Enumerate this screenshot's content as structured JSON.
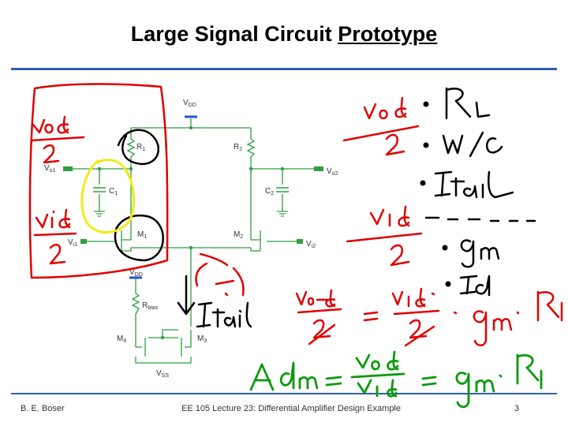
{
  "slide": {
    "title_plain": "Large Signal Circuit ",
    "title_underlined": "Prototype",
    "author": "B. E. Boser",
    "course": "EE 105 Lecture 23: Differential Amplifier Design Example",
    "page": "3"
  },
  "circuit": {
    "vdd_top": "V",
    "vdd_top_sub": "DD",
    "r1": "R",
    "r1_sub": "1",
    "r2": "R",
    "r2_sub": "2",
    "vo1": "V",
    "vo1_sub": "o1",
    "vo2": "V",
    "vo2_sub": "o2",
    "c1": "C",
    "c1_sub": "1",
    "c2": "C",
    "c2_sub": "2",
    "m1": "M",
    "m1_sub": "1",
    "m2": "M",
    "m2_sub": "2",
    "vi1": "V",
    "vi1_sub": "i1",
    "vi2": "V",
    "vi2_sub": "i2",
    "vdd_bias": "V",
    "vdd_bias_sub": "DD",
    "rbias": "R",
    "rbias_sub": "bias",
    "m4": "M",
    "m4_sub": "4",
    "m3": "M",
    "m3_sub": "3",
    "vss": "V",
    "vss_sub": "SS"
  },
  "colors": {
    "accent_rule": "#2f5fb3",
    "wire_green": "#2e9e3e",
    "vdd_blue": "#2255cc",
    "ink_red": "#e00000",
    "ink_black": "#000000",
    "ink_yellow": "#f2ea1a",
    "ink_green": "#0a9a0a"
  }
}
